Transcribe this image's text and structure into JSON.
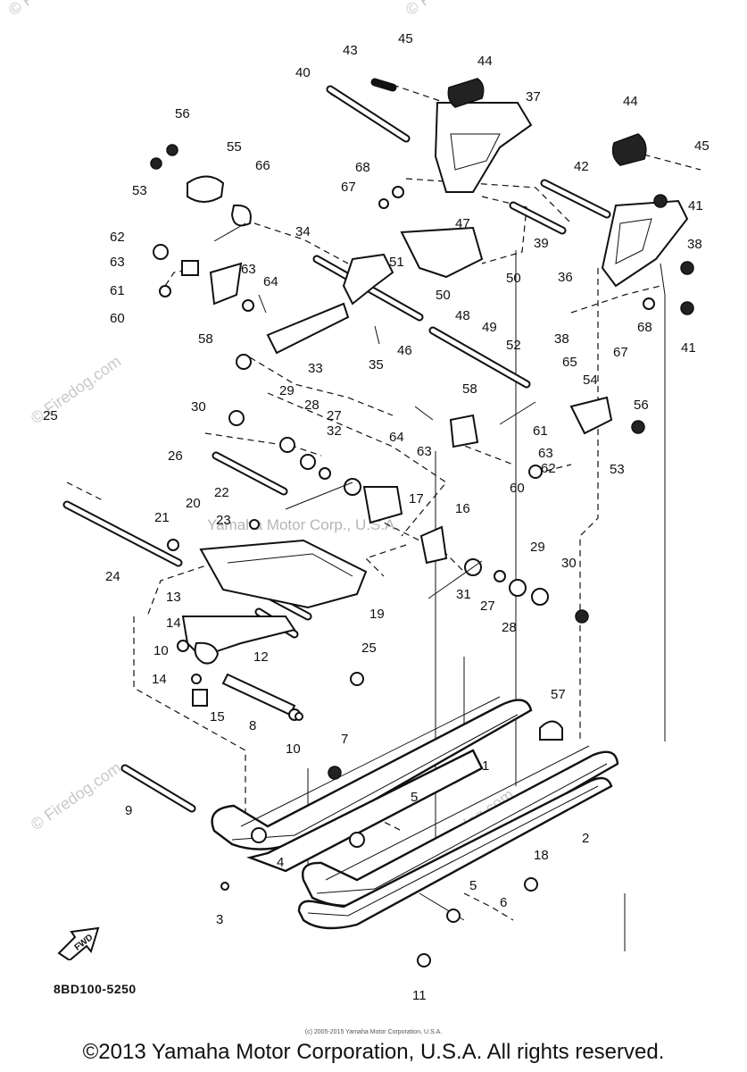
{
  "diagram": {
    "callouts": [
      {
        "n": "1"
      },
      {
        "n": "2"
      },
      {
        "n": "3"
      },
      {
        "n": "4"
      },
      {
        "n": "5"
      },
      {
        "n": "5"
      },
      {
        "n": "6"
      },
      {
        "n": "7"
      },
      {
        "n": "8"
      },
      {
        "n": "9"
      },
      {
        "n": "10"
      },
      {
        "n": "10"
      },
      {
        "n": "11"
      },
      {
        "n": "12"
      },
      {
        "n": "13"
      },
      {
        "n": "14"
      },
      {
        "n": "14"
      },
      {
        "n": "15"
      },
      {
        "n": "16"
      },
      {
        "n": "17"
      },
      {
        "n": "18"
      },
      {
        "n": "19"
      },
      {
        "n": "20"
      },
      {
        "n": "21"
      },
      {
        "n": "22"
      },
      {
        "n": "23"
      },
      {
        "n": "24"
      },
      {
        "n": "25"
      },
      {
        "n": "25"
      },
      {
        "n": "26"
      },
      {
        "n": "27"
      },
      {
        "n": "27"
      },
      {
        "n": "28"
      },
      {
        "n": "28"
      },
      {
        "n": "29"
      },
      {
        "n": "29"
      },
      {
        "n": "30"
      },
      {
        "n": "30"
      },
      {
        "n": "31"
      },
      {
        "n": "32"
      },
      {
        "n": "33"
      },
      {
        "n": "34"
      },
      {
        "n": "35"
      },
      {
        "n": "36"
      },
      {
        "n": "37"
      },
      {
        "n": "38"
      },
      {
        "n": "38"
      },
      {
        "n": "39"
      },
      {
        "n": "40"
      },
      {
        "n": "41"
      },
      {
        "n": "41"
      },
      {
        "n": "42"
      },
      {
        "n": "43"
      },
      {
        "n": "44"
      },
      {
        "n": "44"
      },
      {
        "n": "45"
      },
      {
        "n": "45"
      },
      {
        "n": "46"
      },
      {
        "n": "47"
      },
      {
        "n": "48"
      },
      {
        "n": "49"
      },
      {
        "n": "50"
      },
      {
        "n": "50"
      },
      {
        "n": "51"
      },
      {
        "n": "52"
      },
      {
        "n": "53"
      },
      {
        "n": "53"
      },
      {
        "n": "54"
      },
      {
        "n": "55"
      },
      {
        "n": "56"
      },
      {
        "n": "56"
      },
      {
        "n": "57"
      },
      {
        "n": "58"
      },
      {
        "n": "58"
      },
      {
        "n": "60"
      },
      {
        "n": "60"
      },
      {
        "n": "61"
      },
      {
        "n": "61"
      },
      {
        "n": "62"
      },
      {
        "n": "62"
      },
      {
        "n": "63"
      },
      {
        "n": "63"
      },
      {
        "n": "63"
      },
      {
        "n": "63"
      },
      {
        "n": "64"
      },
      {
        "n": "64"
      },
      {
        "n": "65"
      },
      {
        "n": "66"
      },
      {
        "n": "67"
      },
      {
        "n": "67"
      },
      {
        "n": "68"
      },
      {
        "n": "68"
      }
    ],
    "fwd_label": "FWD",
    "diagram_code": "8BD100-5250",
    "watermark_center": "Yamaha Motor Corp., U.S.A.",
    "watermark_side": "© Firedog.com"
  },
  "footer": {
    "small_copyright": "(c) 2005-2015 Yamaha Motor Corporation, U.S.A.",
    "copyright": "©2013 Yamaha Motor Corporation, U.S.A. All rights reserved."
  }
}
